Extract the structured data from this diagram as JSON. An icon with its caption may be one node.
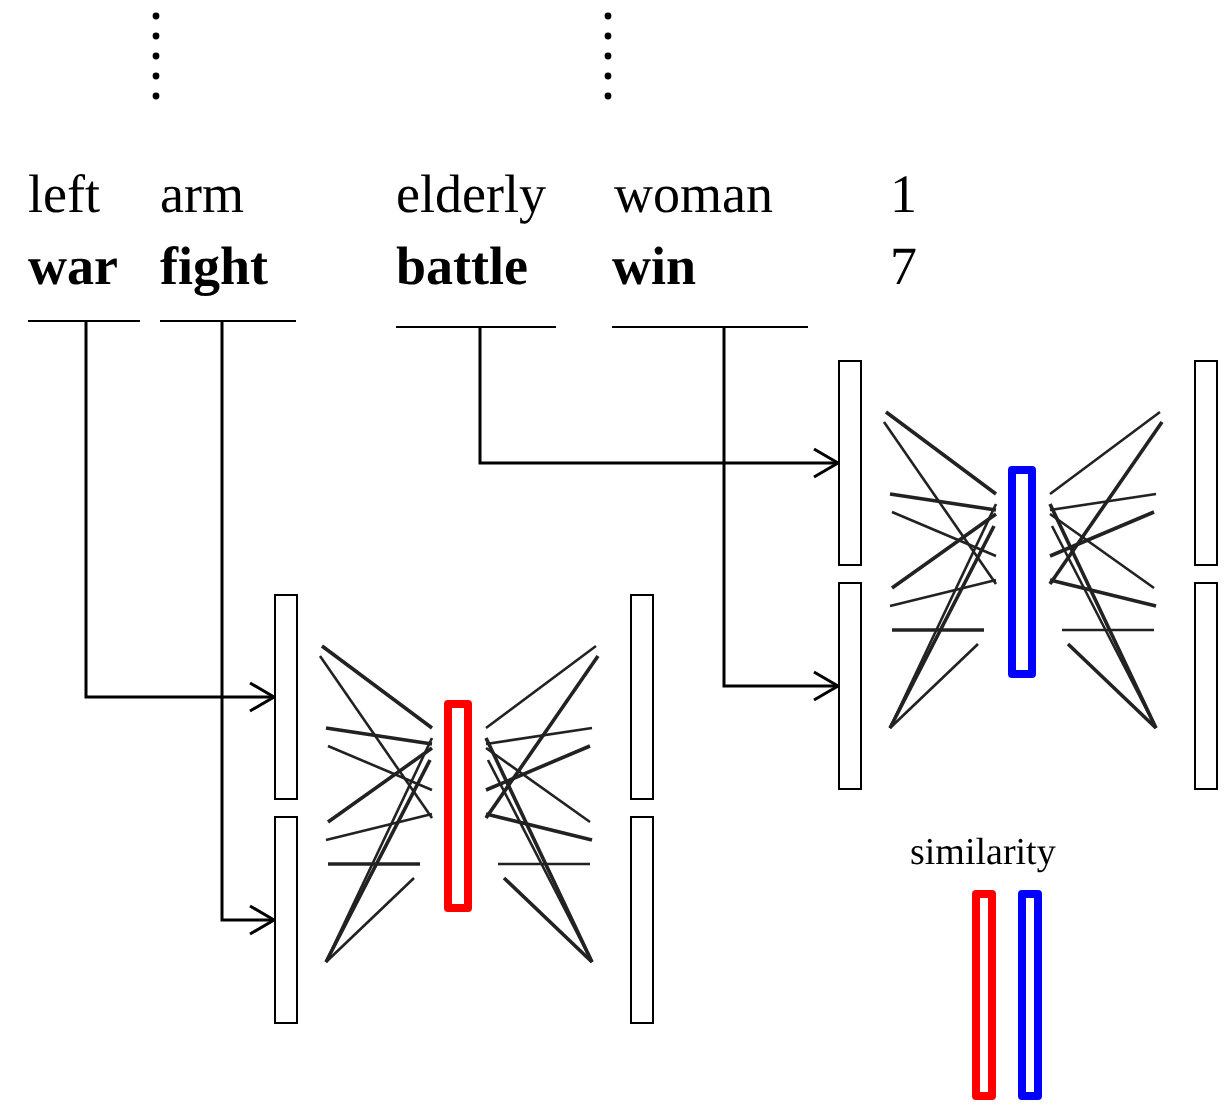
{
  "diagram": {
    "nodes": [
      {
        "text": [
          "war"
        ]
      },
      {
        "text": [
          "fight"
        ]
      },
      {
        "text": [
          "battle"
        ]
      },
      {
        "text": [
          "win"
        ]
      },
      {
        "text": [],
        "shape": "bar"
      },
      {
        "text": [],
        "shape": "bar"
      },
      {
        "text": [],
        "shape": "bar"
      },
      {
        "text": [],
        "shape": "bar"
      },
      {
        "text": [],
        "shape": "bar"
      },
      {
        "text": [],
        "shape": "bar"
      },
      {
        "text": [],
        "shape": "bar"
      },
      {
        "text": [],
        "shape": "bar"
      },
      {
        "text": [],
        "shape": "bar"
      },
      {
        "text": [],
        "shape": "bar"
      },
      {
        "text": [],
        "shape": "bar"
      },
      {
        "text": [],
        "shape": "bar"
      }
    ],
    "edges": [
      {
        "from": 0,
        "to": 4,
        "arrow": "to"
      },
      {
        "from": 1,
        "to": 5,
        "arrow": "to"
      },
      {
        "from": 2,
        "to": 9,
        "arrow": "to"
      },
      {
        "from": 3,
        "to": 10,
        "arrow": "to"
      }
    ],
    "labels": [
      "left",
      "arm",
      "elderly",
      "woman",
      "1",
      "7",
      "similarity"
    ]
  }
}
